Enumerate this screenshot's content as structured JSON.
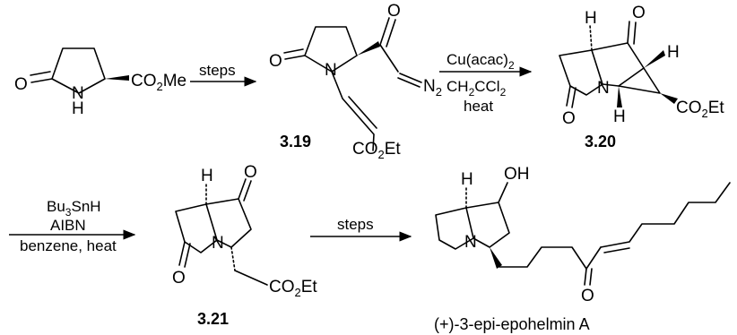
{
  "compounds": {
    "start": {
      "atoms": {
        "o": "O",
        "nh": "N",
        "h": "H",
        "ester": "CO",
        "sub2": "2",
        "me": "Me"
      }
    },
    "c319": {
      "number": "3.19",
      "atoms": {
        "o1": "O",
        "n": "N",
        "o2": "O",
        "n2": "N",
        "n2sub": "2",
        "ester": "CO",
        "sub2": "2",
        "et": "Et"
      }
    },
    "c320": {
      "number": "3.20",
      "atoms": {
        "o1": "O",
        "h1": "H",
        "h2": "H",
        "h3": "H",
        "n": "N",
        "o2": "O",
        "ester": "CO",
        "sub2": "2",
        "et": "Et"
      }
    },
    "c321": {
      "number": "3.21",
      "atoms": {
        "o1": "O",
        "h1": "H",
        "n": "N",
        "o2": "O",
        "ester": "CO",
        "sub2": "2",
        "et": "Et"
      }
    },
    "product": {
      "name": "(+)-3-epi-epohelmin A",
      "atoms": {
        "oh": "OH",
        "h1": "H",
        "n": "N",
        "o": "O"
      }
    }
  },
  "arrows": {
    "a1": {
      "above": "steps"
    },
    "a2": {
      "above_main": "Cu(acac)",
      "above_sub": "2",
      "below1_a": "CH",
      "below1_sub1": "2",
      "below1_b": "CCl",
      "below1_sub2": "2",
      "below2": "heat"
    },
    "a3": {
      "above1_a": "Bu",
      "above1_sub": "3",
      "above1_b": "SnH",
      "above2": "AIBN",
      "below": "benzene, heat"
    },
    "a4": {
      "above": "steps"
    }
  }
}
